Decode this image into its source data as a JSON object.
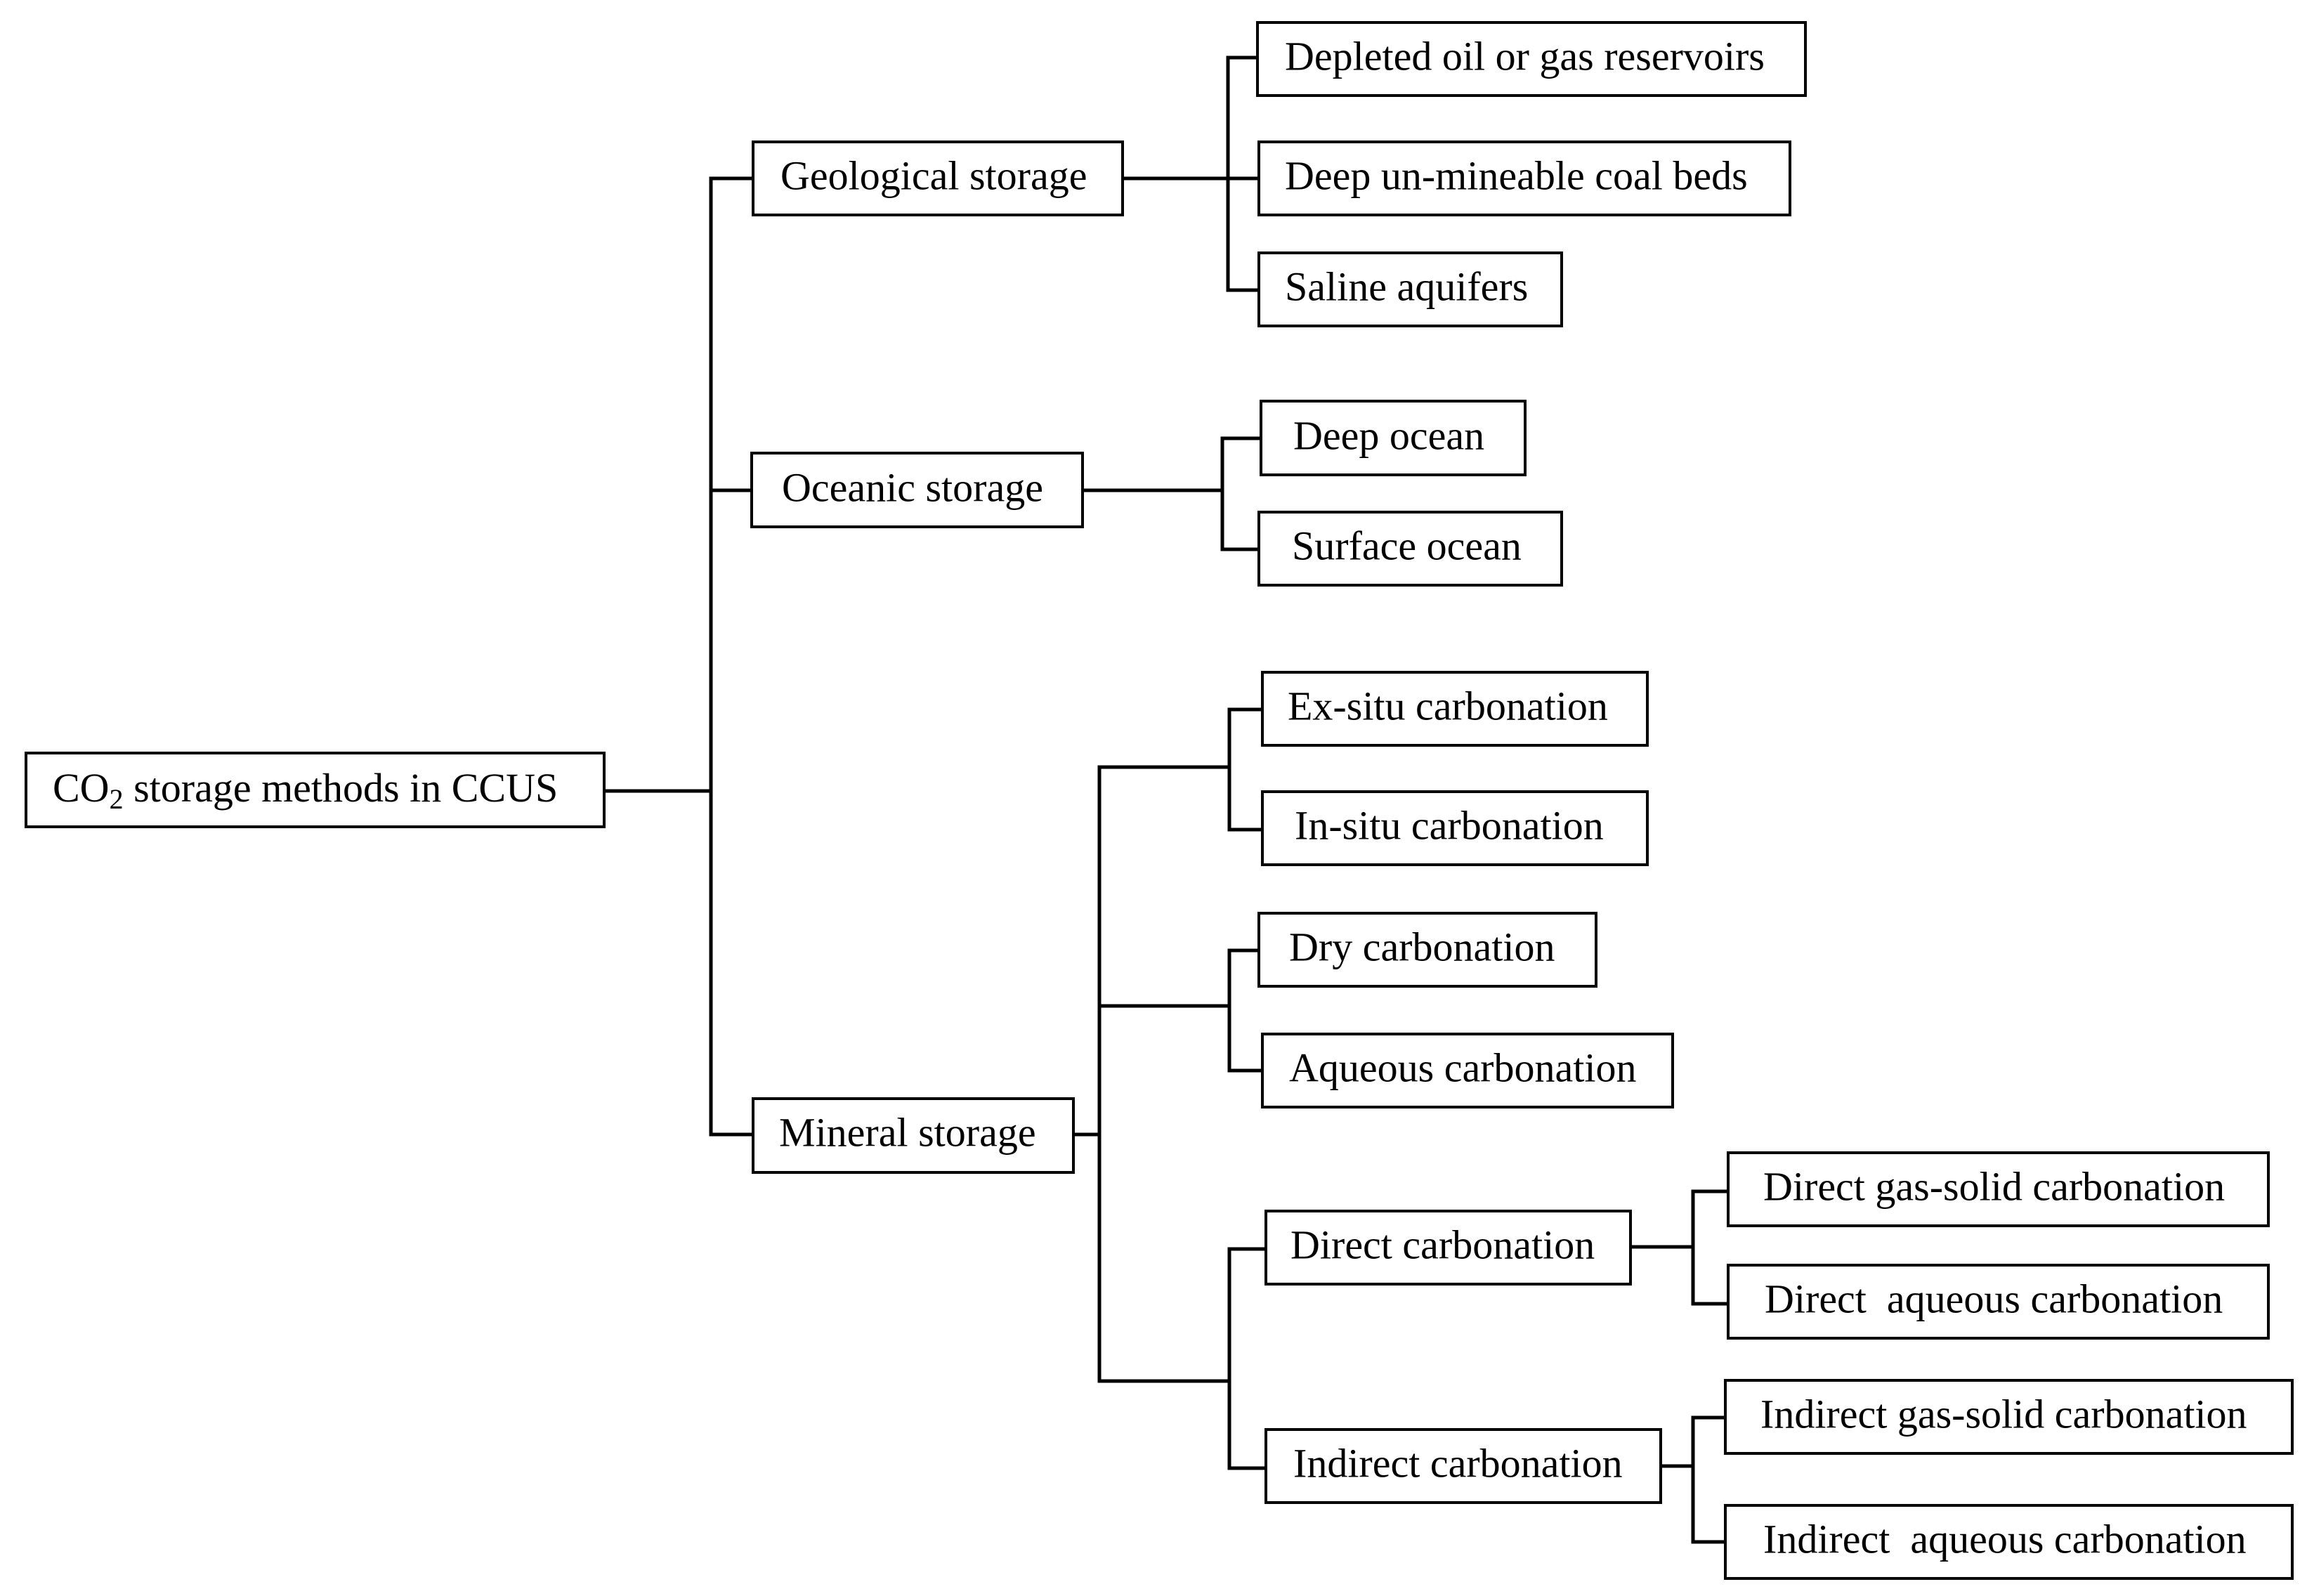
{
  "root": {
    "label_prefix": "CO",
    "label_sub": "2",
    "label_suffix": " storage methods in CCUS"
  },
  "categories": {
    "geological": "Geological storage",
    "oceanic": "Oceanic storage",
    "mineral": "Mineral storage"
  },
  "geological_items": [
    "Depleted oil or gas reservoirs",
    "Deep un-mineable coal beds",
    "Saline aquifers"
  ],
  "oceanic_items": [
    "Deep ocean",
    "Surface ocean"
  ],
  "mineral_items": {
    "ex_situ": "Ex-situ carbonation",
    "in_situ": "In-situ carbonation",
    "dry": "Dry carbonation",
    "aqueous": "Aqueous carbonation",
    "direct": "Direct carbonation",
    "indirect": "Indirect carbonation"
  },
  "direct_items": [
    "Direct gas-solid carbonation",
    "Direct  aqueous carbonation"
  ],
  "indirect_items": [
    "Indirect gas-solid carbonation",
    "Indirect  aqueous carbonation"
  ]
}
